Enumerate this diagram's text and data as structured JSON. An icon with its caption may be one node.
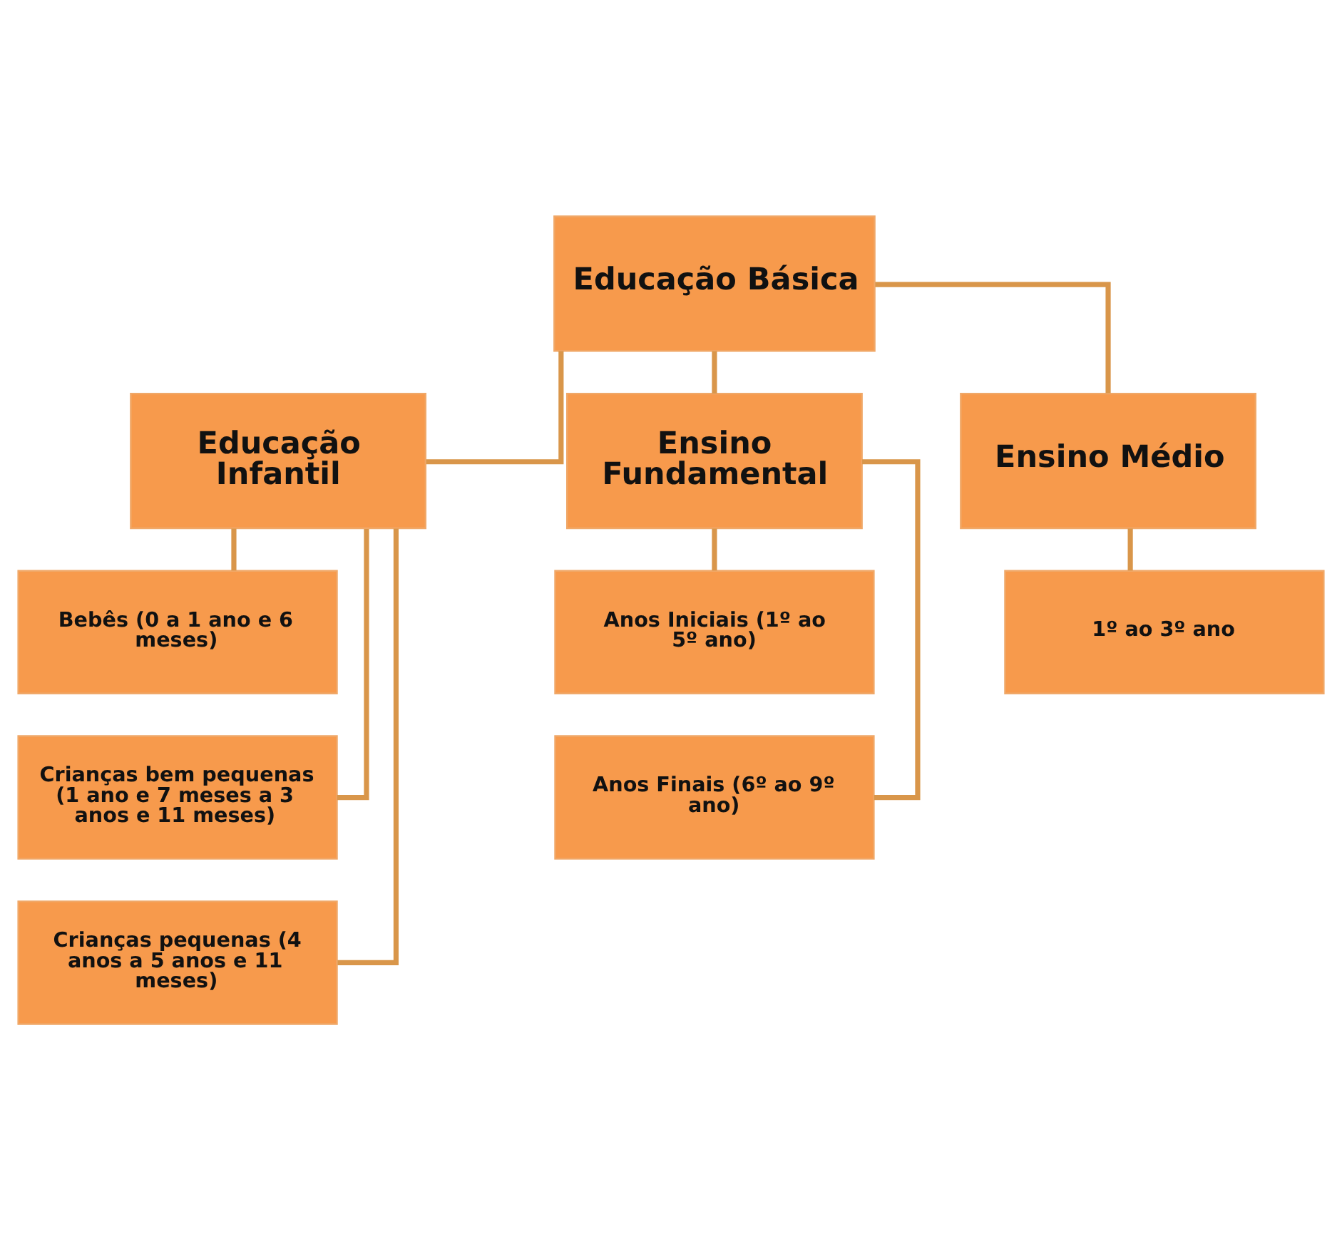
{
  "diagram": {
    "nodes": [
      {
        "text": [
          "Educação Básica"
        ]
      },
      {
        "text": [
          "Educação Infantil"
        ]
      },
      {
        "text": [
          "Ensino Fundamental"
        ]
      },
      {
        "text": [
          "Ensino Médio"
        ]
      },
      {
        "text": [
          "Bebês (0 a 1 ano e 6 meses)"
        ]
      },
      {
        "text": [
          "Crianças bem pequenas (1 ano e 7 meses a 3 anos e 11 meses)"
        ]
      },
      {
        "text": [
          "Crianças pequenas (4 anos a 5 anos e 11 meses)"
        ]
      },
      {
        "text": [
          "Anos Iniciais (1º ao 5º ano)"
        ]
      },
      {
        "text": [
          "Anos Finais (6º ao 9º ano)"
        ]
      },
      {
        "text": [
          "1º ao 3º ano"
        ]
      }
    ],
    "edges": [
      {
        "from": 0,
        "to": 1,
        "arrow": "none"
      },
      {
        "from": 0,
        "to": 2,
        "arrow": "none"
      },
      {
        "from": 0,
        "to": 3,
        "arrow": "none"
      },
      {
        "from": 1,
        "to": 4,
        "arrow": "none"
      },
      {
        "from": 1,
        "to": 5,
        "arrow": "none"
      },
      {
        "from": 1,
        "to": 6,
        "arrow": "none"
      },
      {
        "from": 2,
        "to": 7,
        "arrow": "none"
      },
      {
        "from": 2,
        "to": 8,
        "arrow": "none"
      },
      {
        "from": 3,
        "to": 9,
        "arrow": "none"
      }
    ]
  }
}
